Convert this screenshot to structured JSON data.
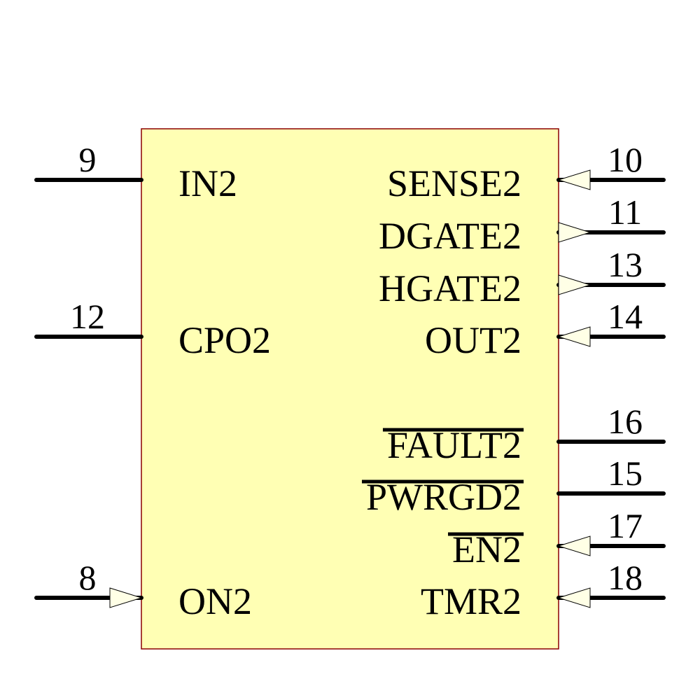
{
  "colors": {
    "body_fill": "#ffffb4",
    "body_border": "#8b0000",
    "pin": "#000000",
    "arrow_fill": "#ffffe6"
  },
  "left_pins": [
    {
      "number": "9",
      "name": "IN2",
      "direction": "passive"
    },
    {
      "number": "12",
      "name": "CPO2",
      "direction": "passive"
    },
    {
      "number": "8",
      "name": "ON2",
      "direction": "input"
    }
  ],
  "right_pins": [
    {
      "number": "10",
      "name": "SENSE2",
      "direction": "input",
      "overline": false
    },
    {
      "number": "11",
      "name": "DGATE2",
      "direction": "output",
      "overline": false
    },
    {
      "number": "13",
      "name": "HGATE2",
      "direction": "output",
      "overline": false
    },
    {
      "number": "14",
      "name": "OUT2",
      "direction": "input",
      "overline": false
    },
    {
      "number": "16",
      "name": "FAULT2",
      "direction": "passive",
      "overline": true
    },
    {
      "number": "15",
      "name": "PWRGD2",
      "direction": "passive",
      "overline": true
    },
    {
      "number": "17",
      "name": "EN2",
      "direction": "input",
      "overline": true
    },
    {
      "number": "18",
      "name": "TMR2",
      "direction": "input",
      "overline": false
    }
  ]
}
